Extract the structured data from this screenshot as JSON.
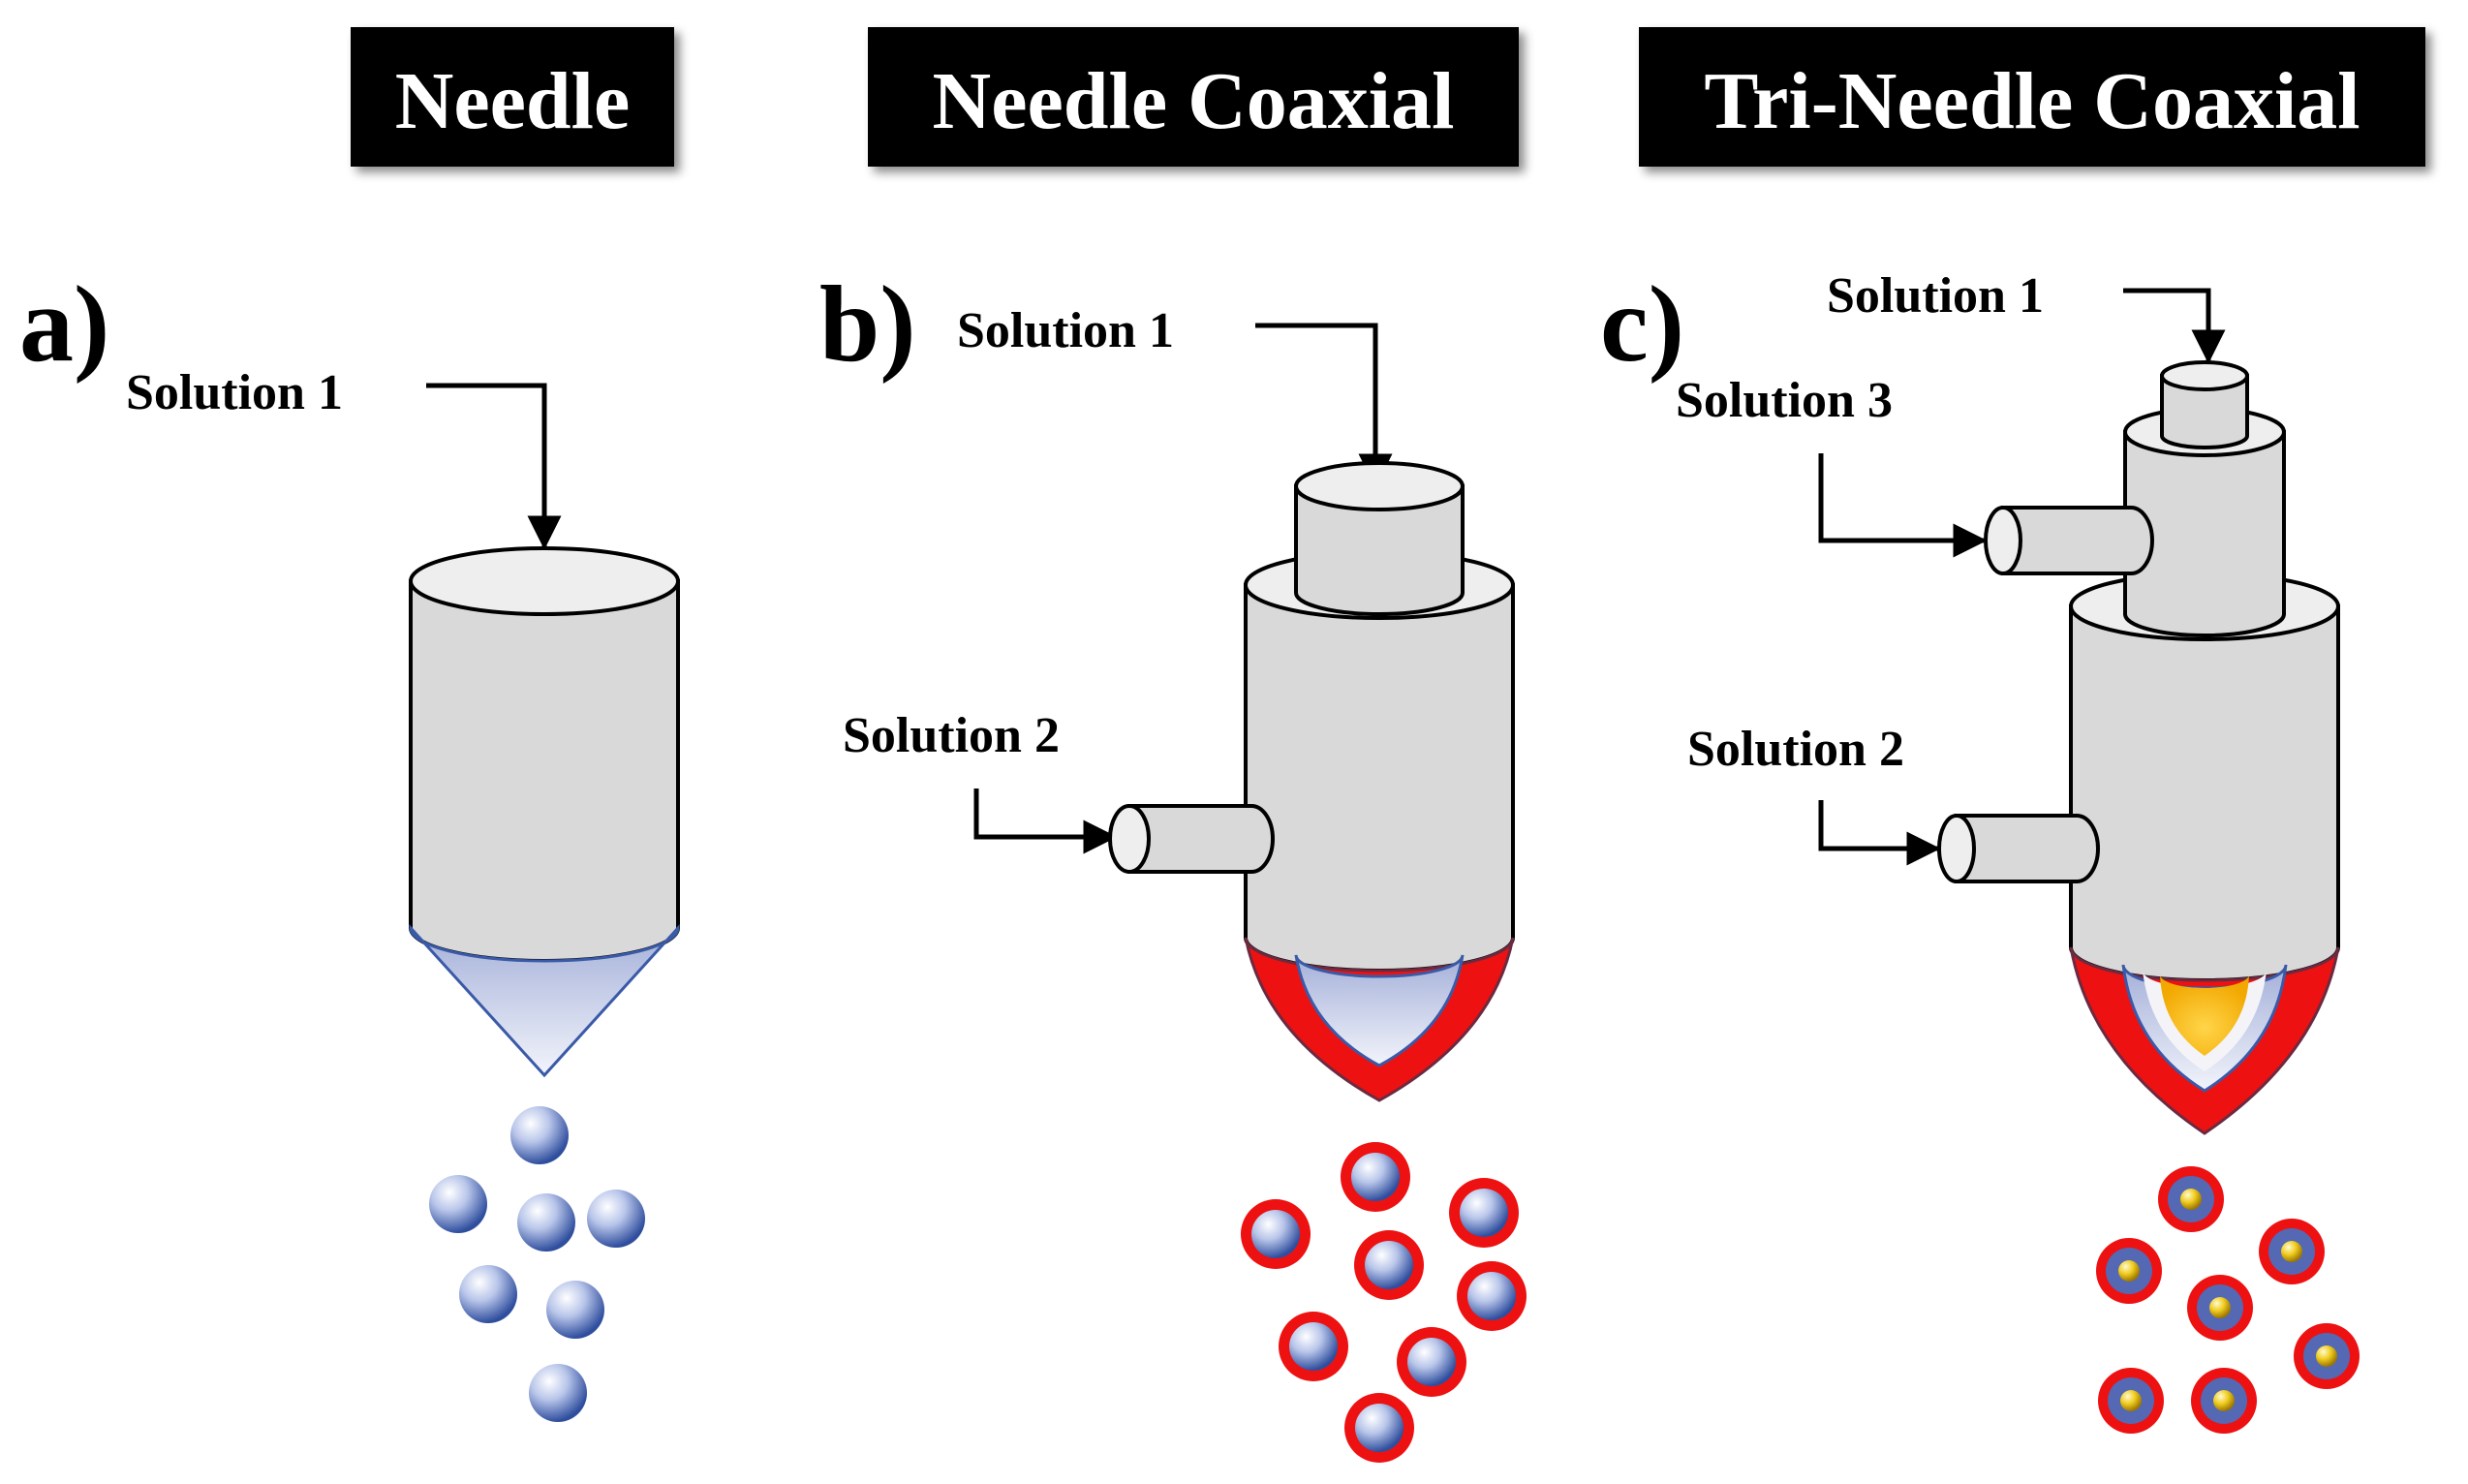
{
  "headers": {
    "needle": "Needle",
    "needle_coaxial": "Needle Coaxial",
    "tri_needle_coaxial": "Tri-Needle Coaxial"
  },
  "panels": {
    "a": {
      "label": "a)",
      "solution_1": "Solution 1"
    },
    "b": {
      "label": "b)",
      "solution_1": "Solution 1",
      "solution_2": "Solution 2"
    },
    "c": {
      "label": "c)",
      "solution_1": "Solution 1",
      "solution_2": "Solution 2",
      "solution_3": "Solution 3"
    }
  },
  "colors": {
    "header_bg": "#000000",
    "needle_body": "#d9d9d9",
    "cone_blue": "#aab5db",
    "shell_red": "#ee1111",
    "core_yellow": "#f6b400",
    "particle_blue": "#3d5aa8",
    "particle_yellow": "#e0b000"
  }
}
